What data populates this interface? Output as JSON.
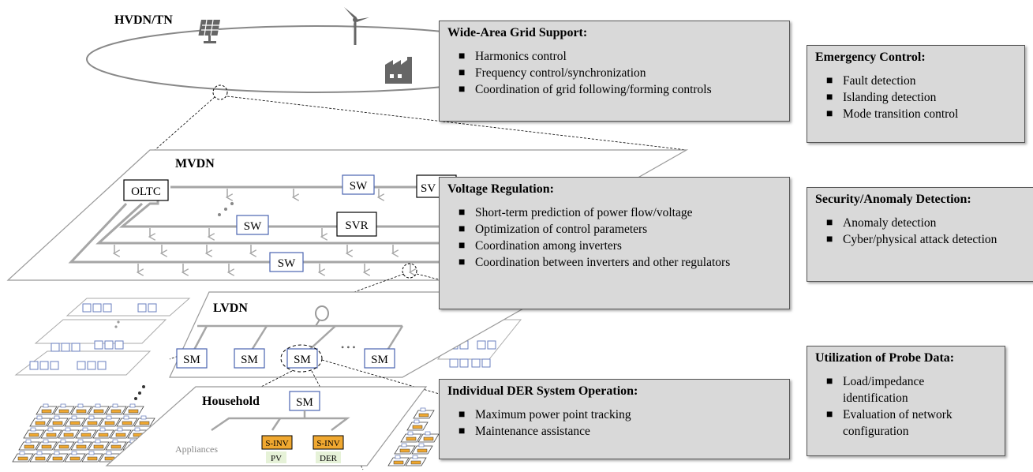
{
  "layers": {
    "hvdn": "HVDN/TN",
    "mvdn": "MVDN",
    "lvdn": "LVDN",
    "household": "Household"
  },
  "mvdn_devices": {
    "oltc": "OLTC",
    "sw": "SW",
    "sv_partial": "SV",
    "svr": "SVR"
  },
  "lvdn_devices": {
    "sm": "SM",
    "dots": "• • •"
  },
  "household_labels": {
    "sm": "SM",
    "appliances": "Appliances",
    "sinv1": "S-INV",
    "sinv2": "S-INV",
    "pv": "PV",
    "der": "DER"
  },
  "boxes": {
    "wide_area": {
      "title": "Wide-Area Grid Support:",
      "items": [
        "Harmonics control",
        "Frequency control/synchronization",
        "Coordination of grid following/forming controls"
      ]
    },
    "emergency": {
      "title": "Emergency Control:",
      "items": [
        "Fault detection",
        "Islanding detection",
        "Mode transition control"
      ]
    },
    "voltage": {
      "title": "Voltage Regulation:",
      "items": [
        "Short-term prediction of power flow/voltage",
        "Optimization of control parameters",
        "Coordination among inverters",
        "Coordination between inverters and other regulators"
      ]
    },
    "security": {
      "title": "Security/Anomaly Detection:",
      "items": [
        "Anomaly detection",
        "Cyber/physical attack detection"
      ]
    },
    "probe": {
      "title": "Utilization of Probe Data:",
      "items": [
        "Load/impedance identification",
        "Evaluation of network configuration"
      ]
    },
    "der": {
      "title": "Individual DER System Operation:",
      "items": [
        "Maximum power point tracking",
        "Maintenance assistance"
      ]
    }
  },
  "colors": {
    "box_bg": "#d9d9d9",
    "line_gray": "#a6a6a6",
    "device_border_blue": "#4a63b0",
    "inverter_fill": "#f0a830",
    "pv_fill": "#e6f2d8"
  },
  "icons": [
    "solar-panel-icon",
    "wind-turbine-icon",
    "factory-icon",
    "meter-pole-icon"
  ]
}
